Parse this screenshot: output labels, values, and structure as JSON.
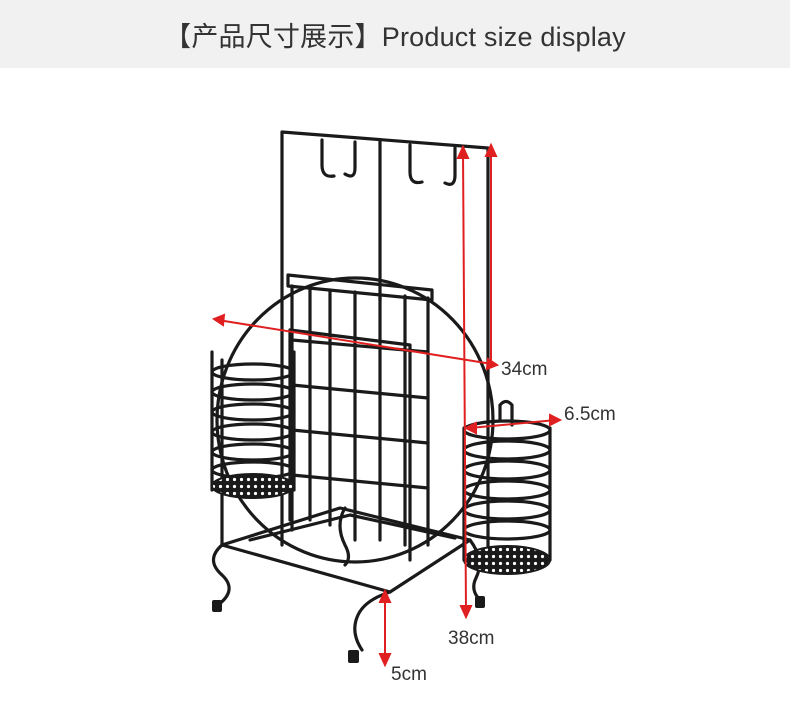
{
  "header": {
    "title": "【产品尺寸展示】Product size display"
  },
  "dimensions": {
    "width": "34cm",
    "cup_diameter": "6.5cm",
    "height": "38cm",
    "foot": "5cm"
  },
  "colors": {
    "rack": "#1a1a1a",
    "dimension_line": "#e02020",
    "header_bg": "#f1f1f1"
  }
}
